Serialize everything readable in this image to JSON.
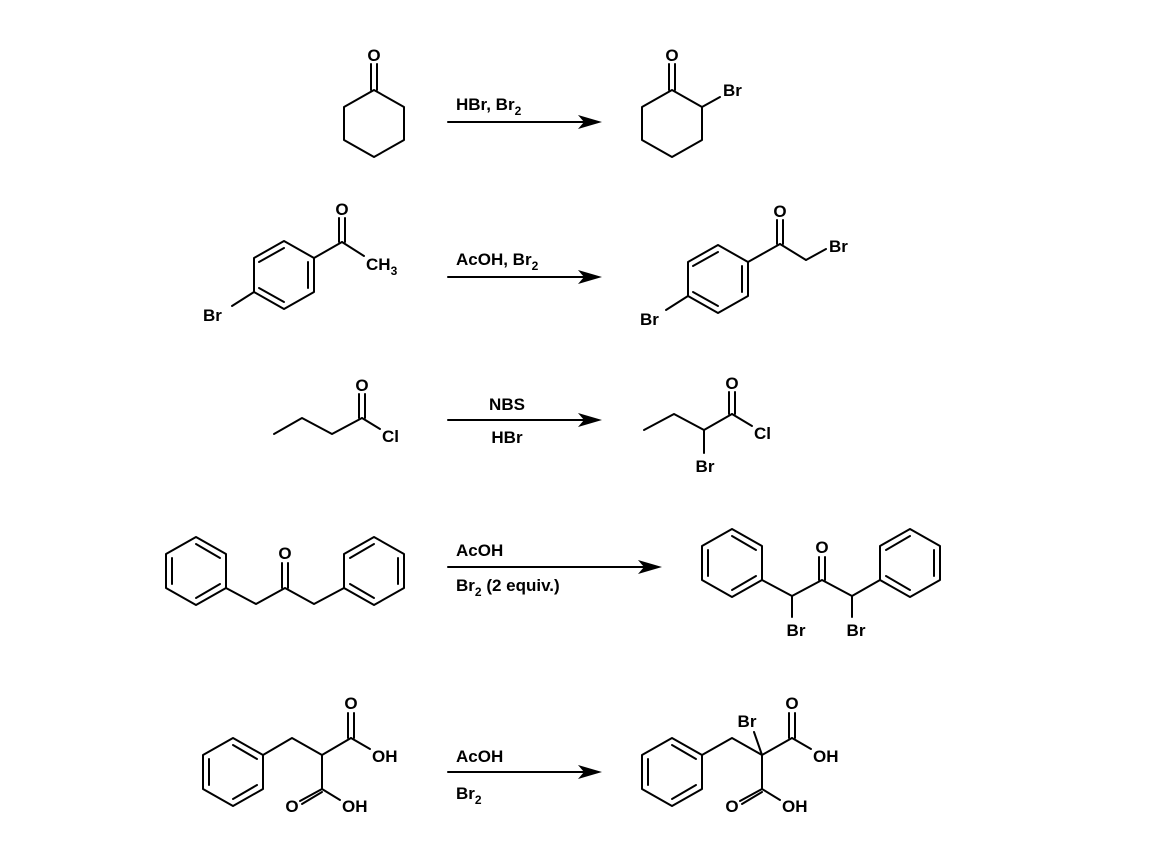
{
  "reactions": [
    {
      "reactant": {
        "labels": [
          "O"
        ]
      },
      "reagents_above": [
        "HBr, Br",
        "2"
      ],
      "reagents_below": [],
      "product": {
        "labels": [
          "O",
          "Br"
        ]
      }
    },
    {
      "reactant": {
        "labels": [
          "O",
          "CH",
          "3",
          "Br"
        ]
      },
      "reagents_above": [
        "AcOH, Br",
        "2"
      ],
      "reagents_below": [],
      "product": {
        "labels": [
          "O",
          "Br",
          "Br"
        ]
      }
    },
    {
      "reactant": {
        "labels": [
          "O",
          "Cl"
        ]
      },
      "reagents_above": [
        "NBS"
      ],
      "reagents_below": [
        "HBr"
      ],
      "product": {
        "labels": [
          "O",
          "Cl",
          "Br"
        ]
      }
    },
    {
      "reactant": {
        "labels": [
          "O"
        ]
      },
      "reagents_above": [
        "AcOH"
      ],
      "reagents_below": [
        "Br",
        "2",
        " (2 equiv.)"
      ],
      "product": {
        "labels": [
          "O",
          "Br",
          "Br"
        ]
      }
    },
    {
      "reactant": {
        "labels": [
          "O",
          "OH",
          "O",
          "OH"
        ]
      },
      "reagents_above": [
        "AcOH"
      ],
      "reagents_below": [
        "Br",
        "2"
      ],
      "product": {
        "labels": [
          "Br",
          "O",
          "OH",
          "O",
          "OH"
        ]
      }
    }
  ]
}
